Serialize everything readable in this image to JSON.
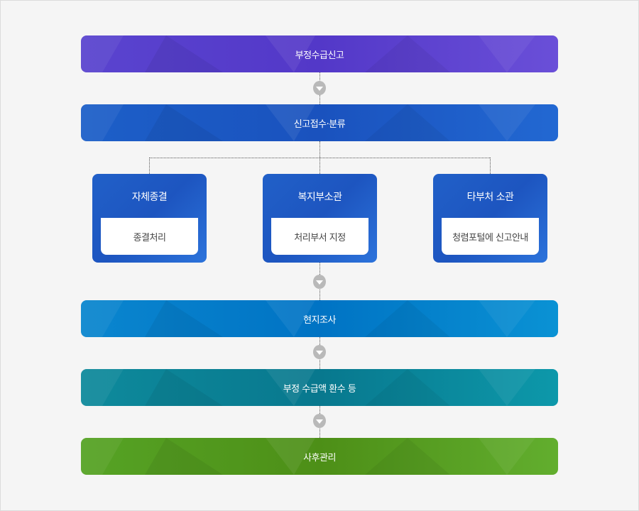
{
  "flow": {
    "steps": [
      {
        "label": "부정수급신고",
        "color": "#5a44cf"
      },
      {
        "label": "신고접수·분류",
        "color": "#1c5fc8"
      },
      {
        "label": "현지조사",
        "color": "#0a86cf"
      },
      {
        "label": "부정 수급액 환수 등",
        "color": "#0e8a9c"
      },
      {
        "label": "사후관리",
        "color": "#56a325"
      }
    ],
    "branches": [
      {
        "title": "자체종결",
        "action": "종결처리"
      },
      {
        "title": "복지부소관",
        "action": "처리부서 지정"
      },
      {
        "title": "타부처 소관",
        "action": "청렴포털에 신고안내"
      }
    ],
    "arrow_icon": "down-arrow-circle-icon"
  }
}
